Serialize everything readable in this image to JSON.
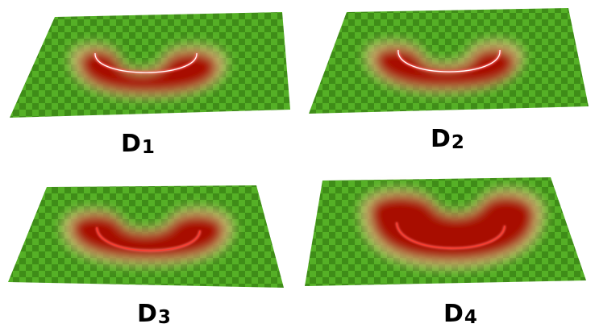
{
  "panels": [
    {
      "id": "d1",
      "letter": "D",
      "index": "1"
    },
    {
      "id": "d2",
      "letter": "D",
      "index": "2"
    },
    {
      "id": "d3",
      "letter": "D",
      "index": "3"
    },
    {
      "id": "d4",
      "letter": "D",
      "index": "4"
    }
  ],
  "colors": {
    "background": "#ffffff",
    "checker_light": "#55b026",
    "checker_dark": "#3f8d18",
    "region_core": "#9c0000",
    "region_fade": "#c6d38a",
    "curve": "#ff6b6b",
    "curve_highlight": "#ffffff",
    "label_text": "#000000"
  }
}
